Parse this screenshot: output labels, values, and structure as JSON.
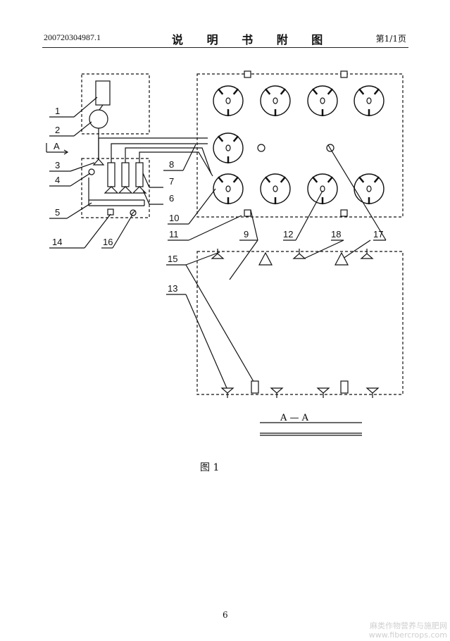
{
  "header": {
    "application_number": "200720304987.1",
    "title": "说 明 书 附 图",
    "page": "第1/1页"
  },
  "diagram": {
    "section_marker": "A",
    "section_caption": "A — A",
    "callouts": [
      "1",
      "2",
      "3",
      "4",
      "5",
      "6",
      "7",
      "8",
      "9",
      "10",
      "11",
      "12",
      "13",
      "14",
      "15",
      "16",
      "17",
      "18"
    ]
  },
  "figure_caption": "图 1",
  "page_number": "6",
  "watermark": {
    "line1": "麻类作物营养与施肥网",
    "line2": "www.fibercrops.com"
  }
}
